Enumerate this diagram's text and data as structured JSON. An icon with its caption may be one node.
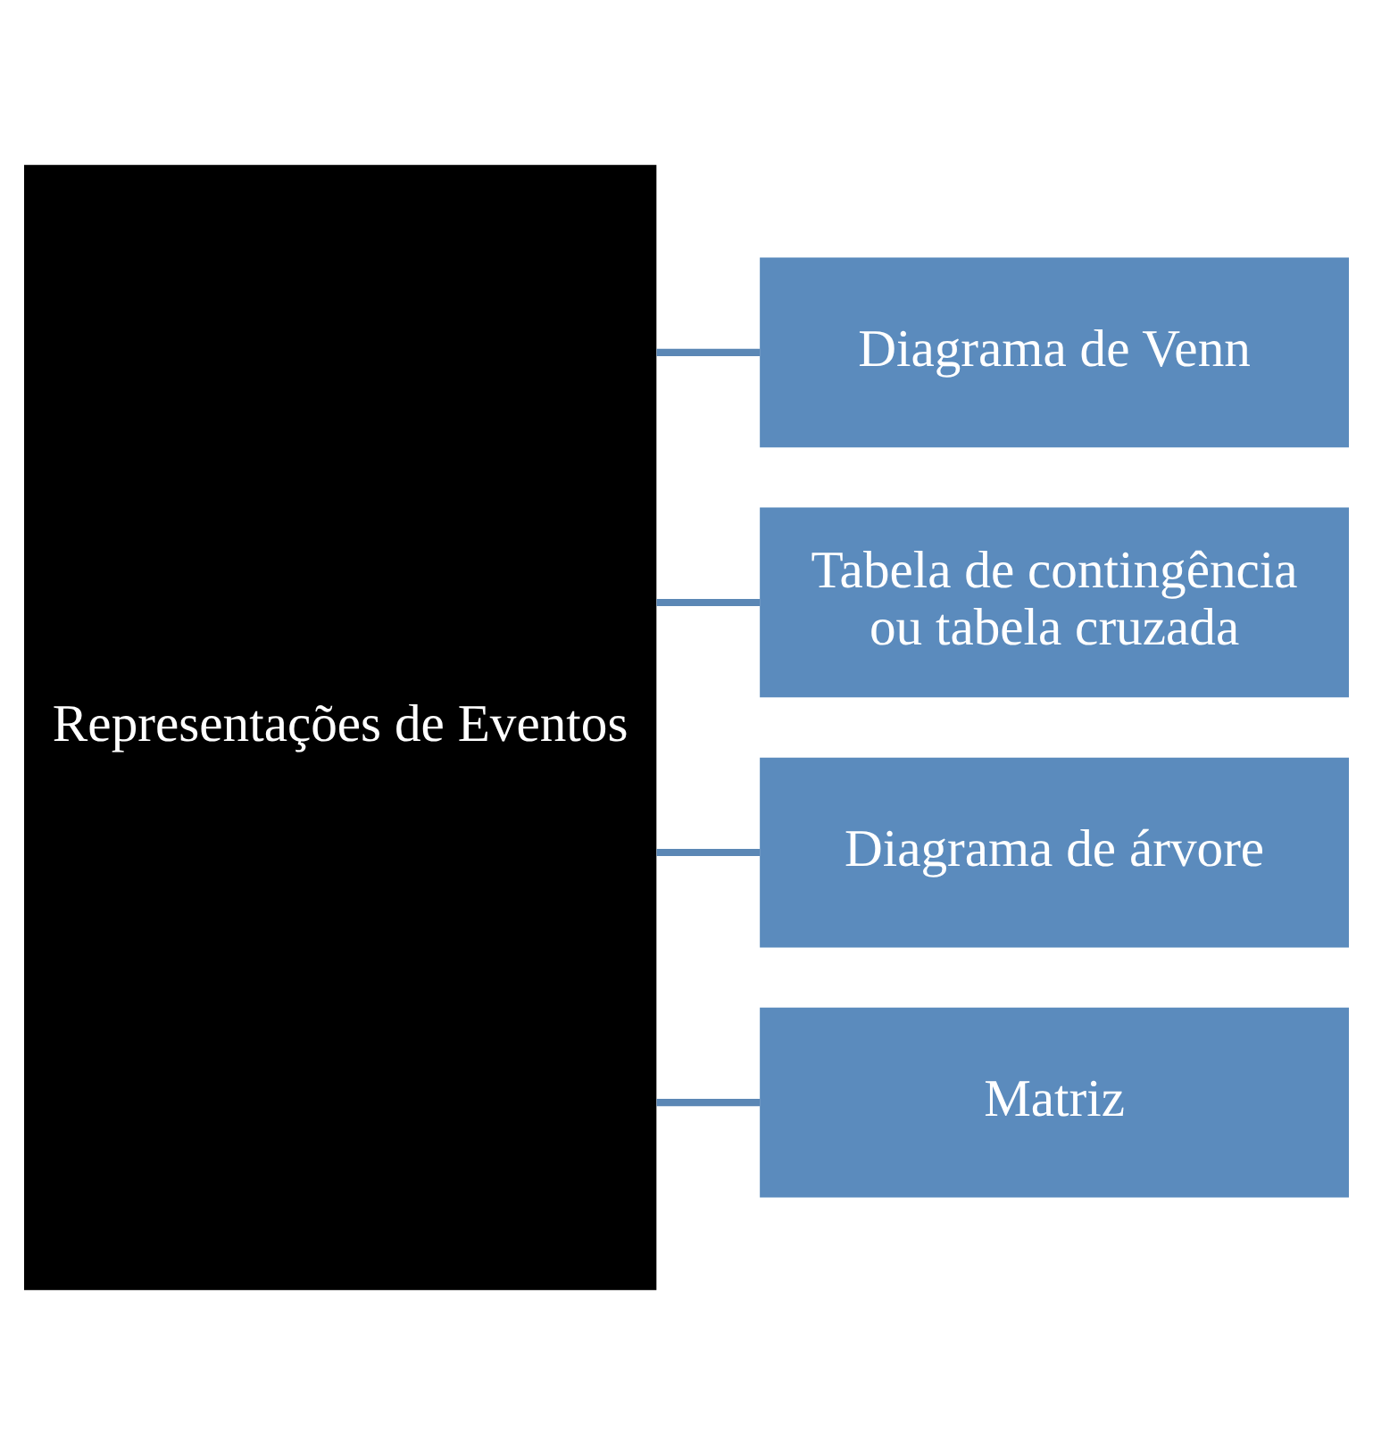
{
  "diagram": {
    "nodes": [
      {
        "text": [
          "Representações de Eventos"
        ]
      },
      {
        "text": [
          "Diagrama de Venn"
        ]
      },
      {
        "text": [
          "Tabela de contingência ou tabela cruzada"
        ]
      },
      {
        "text": [
          "Diagrama de árvore"
        ]
      },
      {
        "text": [
          "Matriz"
        ]
      }
    ],
    "edges": [
      {
        "from": 0,
        "to": 1,
        "arrow": "none"
      },
      {
        "from": 0,
        "to": 2,
        "arrow": "none"
      },
      {
        "from": 0,
        "to": 3,
        "arrow": "none"
      },
      {
        "from": 0,
        "to": 4,
        "arrow": "none"
      }
    ]
  }
}
